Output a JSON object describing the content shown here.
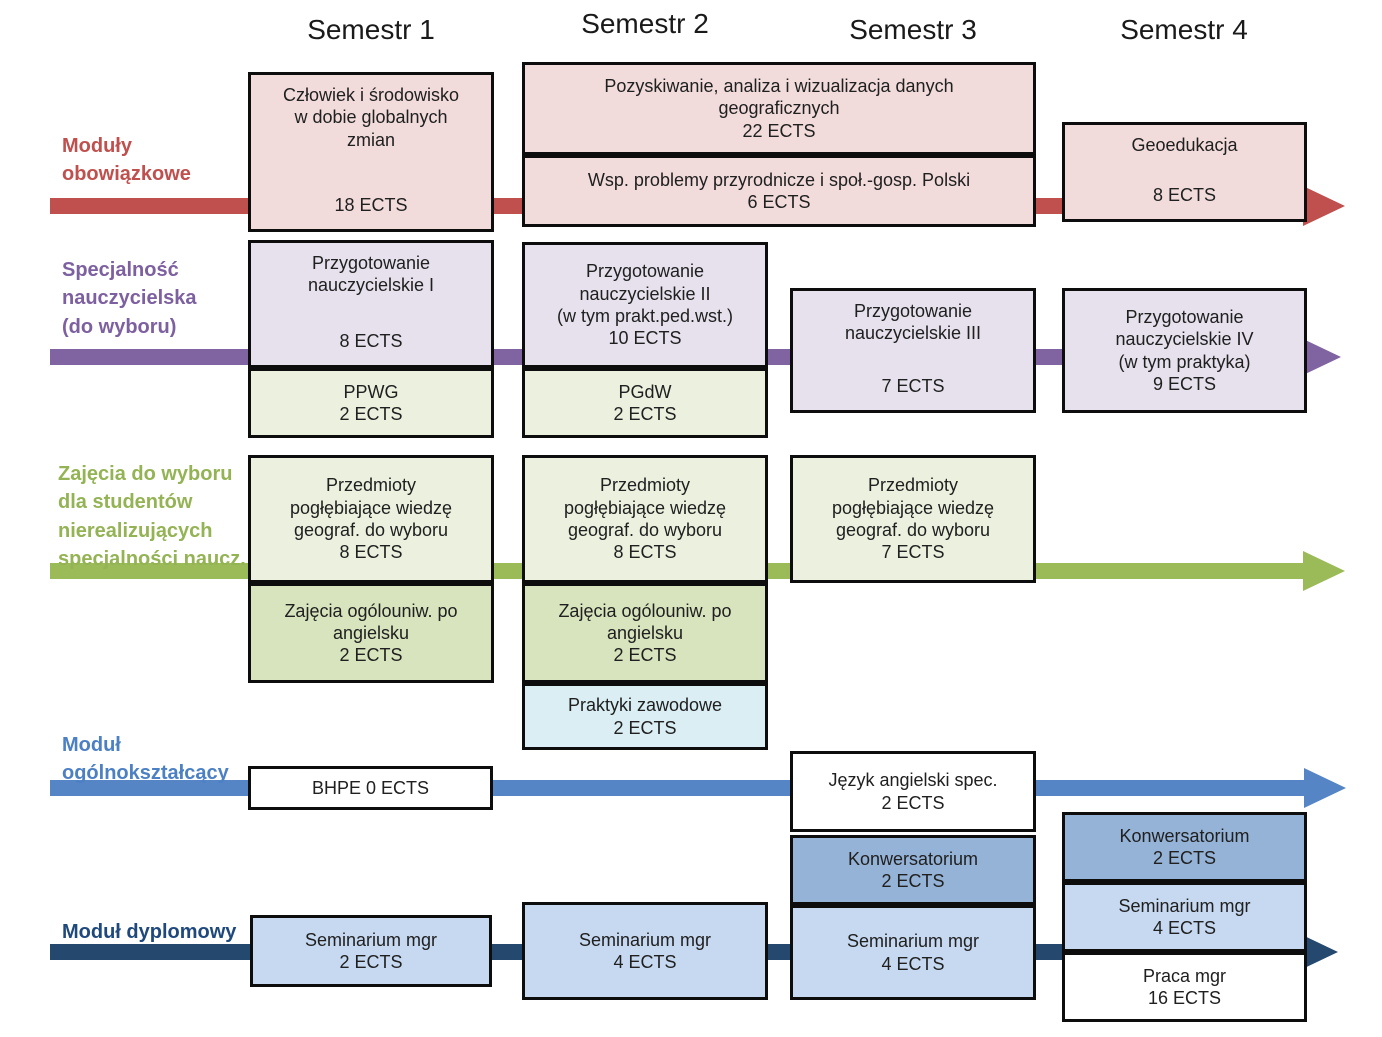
{
  "semesters": [
    "Semestr 1",
    "Semestr 2",
    "Semestr 3",
    "Semestr 4"
  ],
  "rows": {
    "mandatory": {
      "label": "Moduły\nobowiązkowe"
    },
    "teacher": {
      "label": "Specjalność\nnauczycielska\n(do wyboru)"
    },
    "electives": {
      "label": "Zajęcia do wyboru\ndla studentów\nnierealizujących\nspecjalności naucz."
    },
    "general": {
      "label": "Moduł\nogólnokształcący"
    },
    "diploma": {
      "label": "Moduł dyplomowy"
    }
  },
  "boxes": {
    "r1s1": {
      "title": "Człowiek i środowisko\nw dobie globalnych\nzmian",
      "ects": "18 ECTS"
    },
    "r1s2a": {
      "title": "Pozyskiwanie, analiza i wizualizacja danych\ngeograficznych",
      "ects": "22 ECTS"
    },
    "r1s2b": {
      "title": "Wsp. problemy przyrodnicze i społ.-gosp. Polski",
      "ects": "6 ECTS"
    },
    "r1s4": {
      "title": "Geoedukacja",
      "ects": "8 ECTS"
    },
    "r2s1a": {
      "title": "Przygotowanie\nnauczycielskie I",
      "ects": "8 ECTS"
    },
    "r2s1b": {
      "title": "PPWG",
      "ects": "2 ECTS"
    },
    "r2s2a": {
      "title": "Przygotowanie\nnauczycielskie II\n(w tym prakt.ped.wst.)",
      "ects": "10 ECTS"
    },
    "r2s2b": {
      "title": "PGdW",
      "ects": "2 ECTS"
    },
    "r2s3": {
      "title": "Przygotowanie\nnauczycielskie III",
      "ects": "7 ECTS"
    },
    "r2s4": {
      "title": "Przygotowanie\nnauczycielskie IV\n(w tym praktyka)",
      "ects": "9 ECTS"
    },
    "r3s1a": {
      "title": "Przedmioty\npogłębiające wiedzę\ngeograf. do wyboru",
      "ects": "8 ECTS"
    },
    "r3s1b": {
      "title": "Zajęcia ogólouniw. po\nangielsku",
      "ects": "2 ECTS"
    },
    "r3s2a": {
      "title": "Przedmioty\npogłębiające wiedzę\ngeograf. do wyboru",
      "ects": "8 ECTS"
    },
    "r3s2b": {
      "title": "Zajęcia ogólouniw. po\nangielsku",
      "ects": "2 ECTS"
    },
    "r3s2c": {
      "title": "Praktyki zawodowe",
      "ects": "2 ECTS"
    },
    "r3s3": {
      "title": "Przedmioty\npogłębiające wiedzę\ngeograf. do wyboru",
      "ects": "7 ECTS"
    },
    "r4s1": {
      "title": "BHPE 0 ECTS"
    },
    "r4s3": {
      "title": "Język angielski spec.",
      "ects": "2 ECTS"
    },
    "r5s1": {
      "title": "Seminarium mgr",
      "ects": "2 ECTS"
    },
    "r5s2": {
      "title": "Seminarium mgr",
      "ects": "4 ECTS"
    },
    "r5s3a": {
      "title": "Konwersatorium",
      "ects": "2 ECTS"
    },
    "r5s3b": {
      "title": "Seminarium mgr",
      "ects": "4 ECTS"
    },
    "r5s4a": {
      "title": "Konwersatorium",
      "ects": "2 ECTS"
    },
    "r5s4b": {
      "title": "Seminarium mgr",
      "ects": "4 ECTS"
    },
    "r5s4c": {
      "title": "Praca mgr",
      "ects": "16 ECTS"
    }
  },
  "colors": {
    "accent_red": "#C0504D",
    "fill_pink": "#F2DCDB",
    "accent_purple": "#8064A2",
    "fill_purple": "#E6E1ED",
    "accent_green": "#9BBB59",
    "fill_green_light": "#EBF1DE",
    "fill_green_medium": "#D7E4BD",
    "fill_blue_pale": "#DAEEF3",
    "accent_blue": "#5585C5",
    "accent_navy": "#24486E",
    "label_navy": "#1F497D",
    "fill_blue_medium": "#95B3D7",
    "fill_blue_light": "#C6D9F1",
    "fill_white": "#FFFFFF",
    "border_black": "#0D0D0D"
  }
}
